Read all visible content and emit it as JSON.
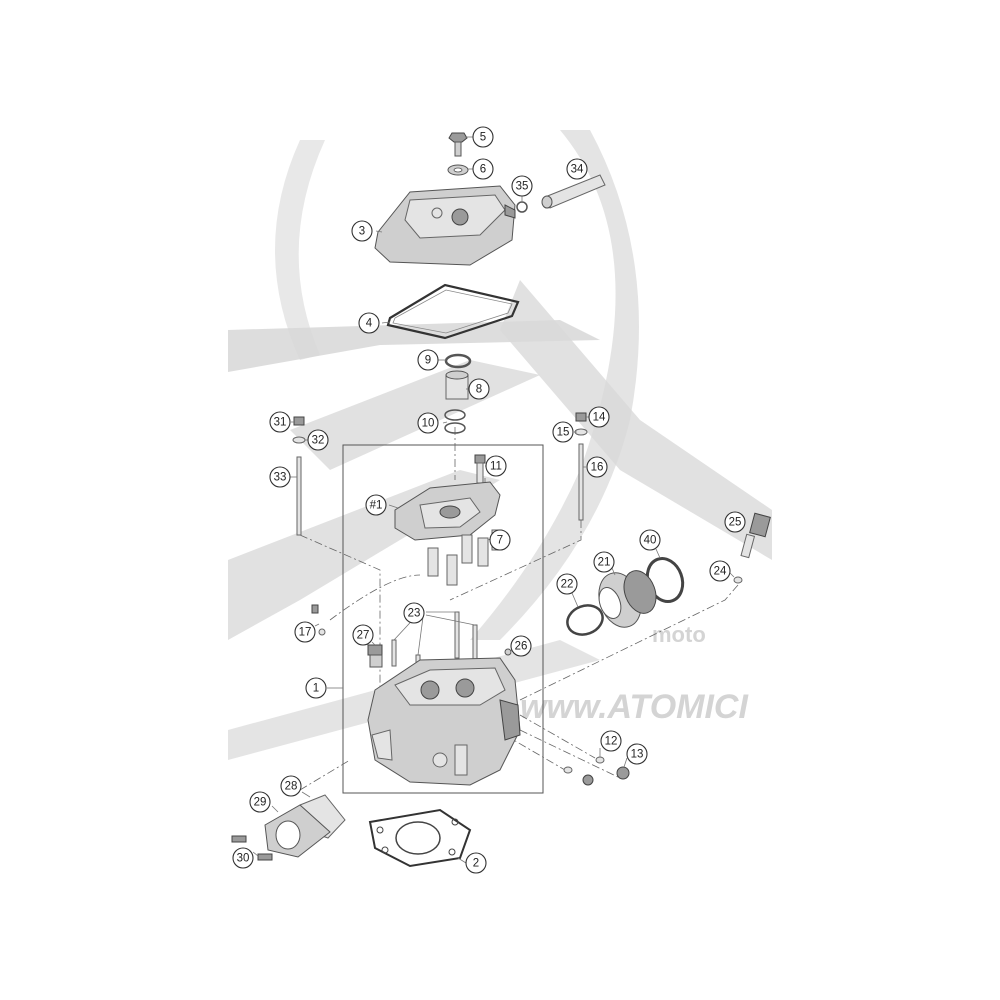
{
  "watermark": {
    "brand_text": "moto",
    "url_text": "www.ATOMICI"
  },
  "callouts": [
    {
      "id": "c5",
      "label": "5"
    },
    {
      "id": "c6",
      "label": "6"
    },
    {
      "id": "c34",
      "label": "34"
    },
    {
      "id": "c35",
      "label": "35"
    },
    {
      "id": "c3",
      "label": "3"
    },
    {
      "id": "c4",
      "label": "4"
    },
    {
      "id": "c9",
      "label": "9"
    },
    {
      "id": "c8",
      "label": "8"
    },
    {
      "id": "c10",
      "label": "10"
    },
    {
      "id": "c31",
      "label": "31"
    },
    {
      "id": "c32",
      "label": "32"
    },
    {
      "id": "c33",
      "label": "33"
    },
    {
      "id": "c14",
      "label": "14"
    },
    {
      "id": "c15",
      "label": "15"
    },
    {
      "id": "c16",
      "label": "16"
    },
    {
      "id": "c11",
      "label": "11"
    },
    {
      "id": "c1h",
      "label": "#1"
    },
    {
      "id": "c7",
      "label": "7"
    },
    {
      "id": "c25",
      "label": "25"
    },
    {
      "id": "c40",
      "label": "40"
    },
    {
      "id": "c21",
      "label": "21"
    },
    {
      "id": "c24",
      "label": "24"
    },
    {
      "id": "c22",
      "label": "22"
    },
    {
      "id": "c23",
      "label": "23"
    },
    {
      "id": "c17",
      "label": "17"
    },
    {
      "id": "c27",
      "label": "27"
    },
    {
      "id": "c26",
      "label": "26"
    },
    {
      "id": "c1",
      "label": "1"
    },
    {
      "id": "c12",
      "label": "12"
    },
    {
      "id": "c13",
      "label": "13"
    },
    {
      "id": "c28",
      "label": "28"
    },
    {
      "id": "c29",
      "label": "29"
    },
    {
      "id": "c30",
      "label": "30"
    },
    {
      "id": "c2",
      "label": "2"
    }
  ]
}
